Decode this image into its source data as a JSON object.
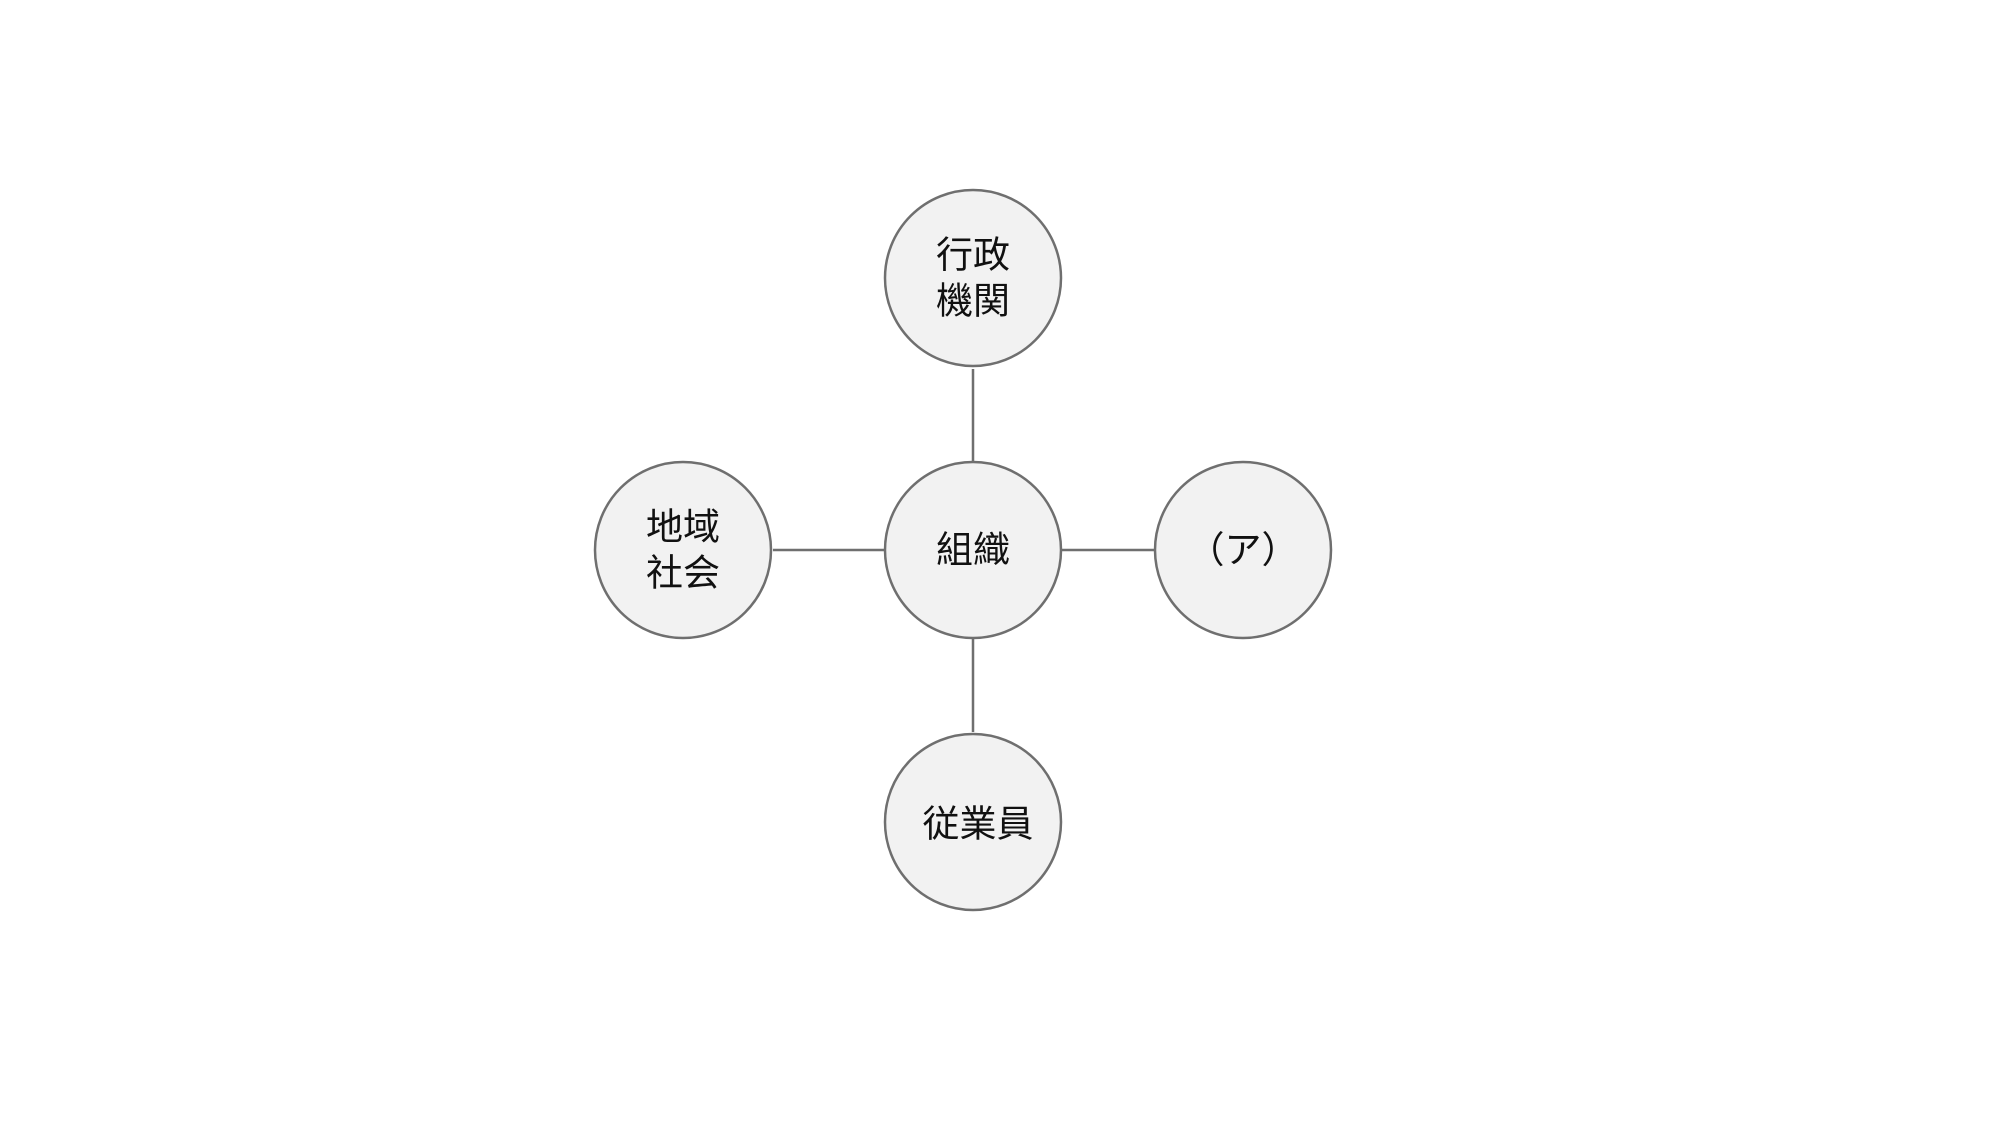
{
  "diagram": {
    "center": {
      "label_lines": [
        "組織"
      ]
    },
    "top": {
      "label_lines": [
        "行政",
        "機関"
      ]
    },
    "left": {
      "label_lines": [
        "地域",
        "社会"
      ]
    },
    "right": {
      "label_lines": [
        "（ア）"
      ]
    },
    "bottom": {
      "label_lines": [
        "従業員"
      ]
    },
    "colors": {
      "node_fill": "#f2f2f2",
      "node_stroke": "#6f6f6f",
      "text": "#111111"
    }
  }
}
